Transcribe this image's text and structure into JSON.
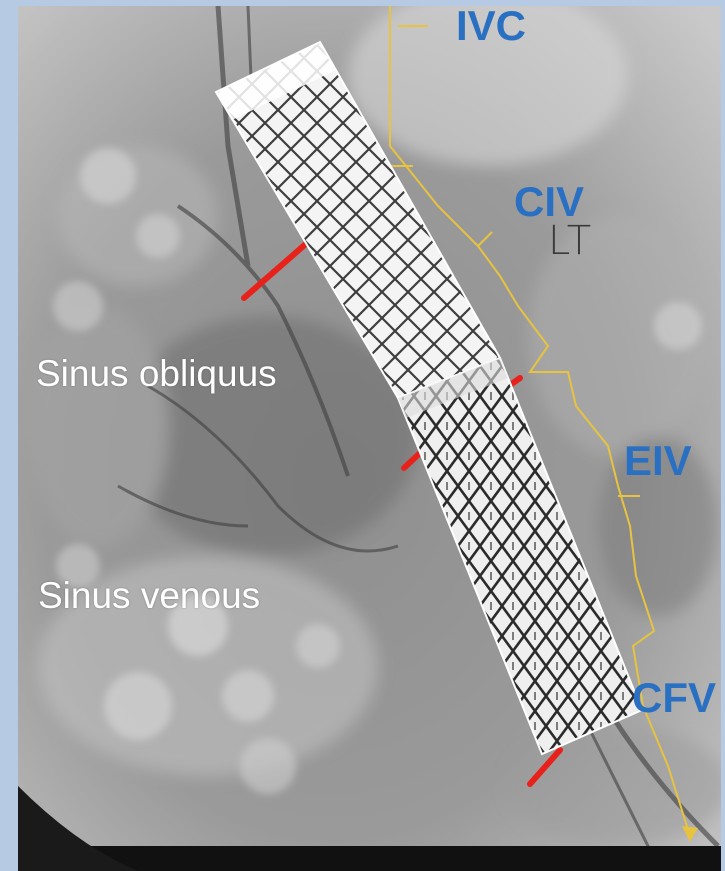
{
  "image": {
    "description_labels": {
      "vessels": [
        "IVC",
        "CIV",
        "EIV",
        "CFV"
      ],
      "side_marker": "LT",
      "annotations": [
        "Sinus obliquus",
        "Sinus venous"
      ]
    },
    "colors": {
      "frame": "#b7cae4",
      "vessel_label": "#2a70c2",
      "vessel_outline": "#e7c33f",
      "compression_marks": "#e8221a",
      "annotation_text": "#ffffff"
    }
  }
}
